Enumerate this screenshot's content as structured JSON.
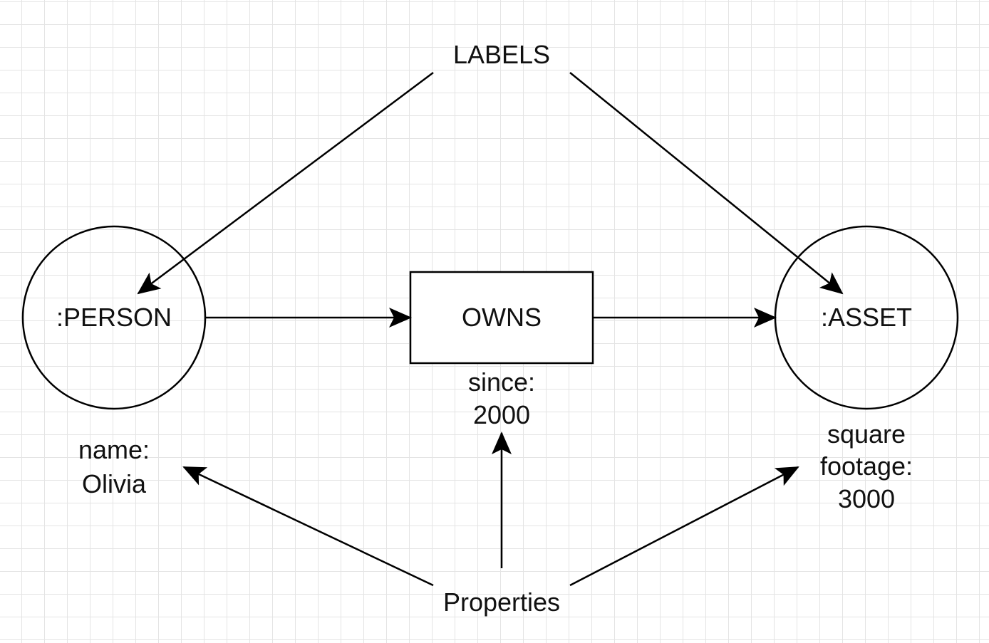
{
  "labels_caption": "LABELS",
  "properties_caption": "Properties",
  "nodes": {
    "person": {
      "label": ":PERSON",
      "property_lines": [
        "name:",
        "Olivia"
      ]
    },
    "asset": {
      "label": ":ASSET",
      "property_lines": [
        "square",
        "footage:",
        "3000"
      ]
    }
  },
  "relationship": {
    "label": "OWNS",
    "property_lines": [
      "since:",
      "2000"
    ]
  }
}
